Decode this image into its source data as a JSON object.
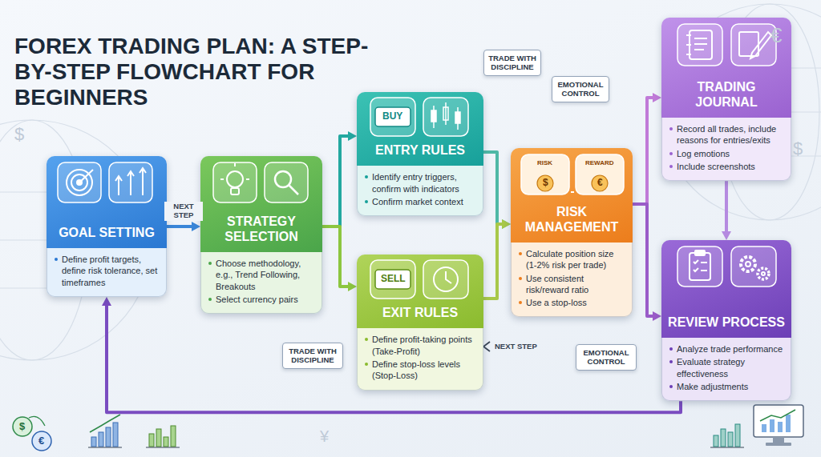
{
  "diagram": {
    "title": "FOREX TRADING PLAN: A STEP-BY-STEP FLOWCHART FOR BEGINNERS",
    "nodes": [
      {
        "text": [
          "GOAL SETTING",
          "Define profit targets, define risk tolerance, set timeframes"
        ]
      },
      {
        "text": [
          "STRATEGY SELECTION",
          "Choose methodology, e.g., Trend Following, Breakouts",
          "Select currency pairs"
        ]
      },
      {
        "text": [
          "ENTRY RULES",
          "Identify entry triggers, confirm with indicators",
          "Confirm market context"
        ]
      },
      {
        "text": [
          "EXIT RULES",
          "Define profit-taking points (Take-Profit)",
          "Define stop-loss levels (Stop-Loss)"
        ]
      },
      {
        "text": [
          "RISK MANAGEMENT",
          "Calculate position size (1-2% risk per trade)",
          "Use consistent risk/reward ratio",
          "Use a stop-loss"
        ]
      },
      {
        "text": [
          "TRADING JOURNAL",
          "Record all trades, include reasons for entries/exits",
          "Log emotions",
          "Include screenshots"
        ]
      },
      {
        "text": [
          "REVIEW PROCESS",
          "Analyze trade performance",
          "Evaluate strategy effectiveness",
          "Make adjustments"
        ]
      },
      {
        "text": [
          "TRADE WITH DISCIPLINE"
        ]
      },
      {
        "text": [
          "EMOTIONAL CONTROL"
        ]
      },
      {
        "text": [
          "TRADE WITH DISCIPLINE"
        ]
      },
      {
        "text": [
          "EMOTIONAL CONTROL"
        ]
      }
    ],
    "edges": [
      {
        "from": 0,
        "to": 1,
        "arrow": "to",
        "label": "NEXT STEP"
      },
      {
        "from": 1,
        "to": 2,
        "arrow": "to"
      },
      {
        "from": 1,
        "to": 3,
        "arrow": "to"
      },
      {
        "from": 2,
        "to": 4,
        "arrow": "to"
      },
      {
        "from": 3,
        "to": 4,
        "arrow": "to"
      },
      {
        "from": 4,
        "to": 5,
        "arrow": "to"
      },
      {
        "from": 4,
        "to": 6,
        "arrow": "to"
      },
      {
        "from": 5,
        "to": 6,
        "arrow": "to"
      },
      {
        "from": 6,
        "to": 0,
        "arrow": "to"
      }
    ],
    "labels": [
      "BUY",
      "SELL",
      "RISK",
      "$",
      "REWARD",
      "€",
      "NEXT STEP",
      "€",
      "$",
      "$",
      "¥",
      "$",
      "€"
    ]
  }
}
